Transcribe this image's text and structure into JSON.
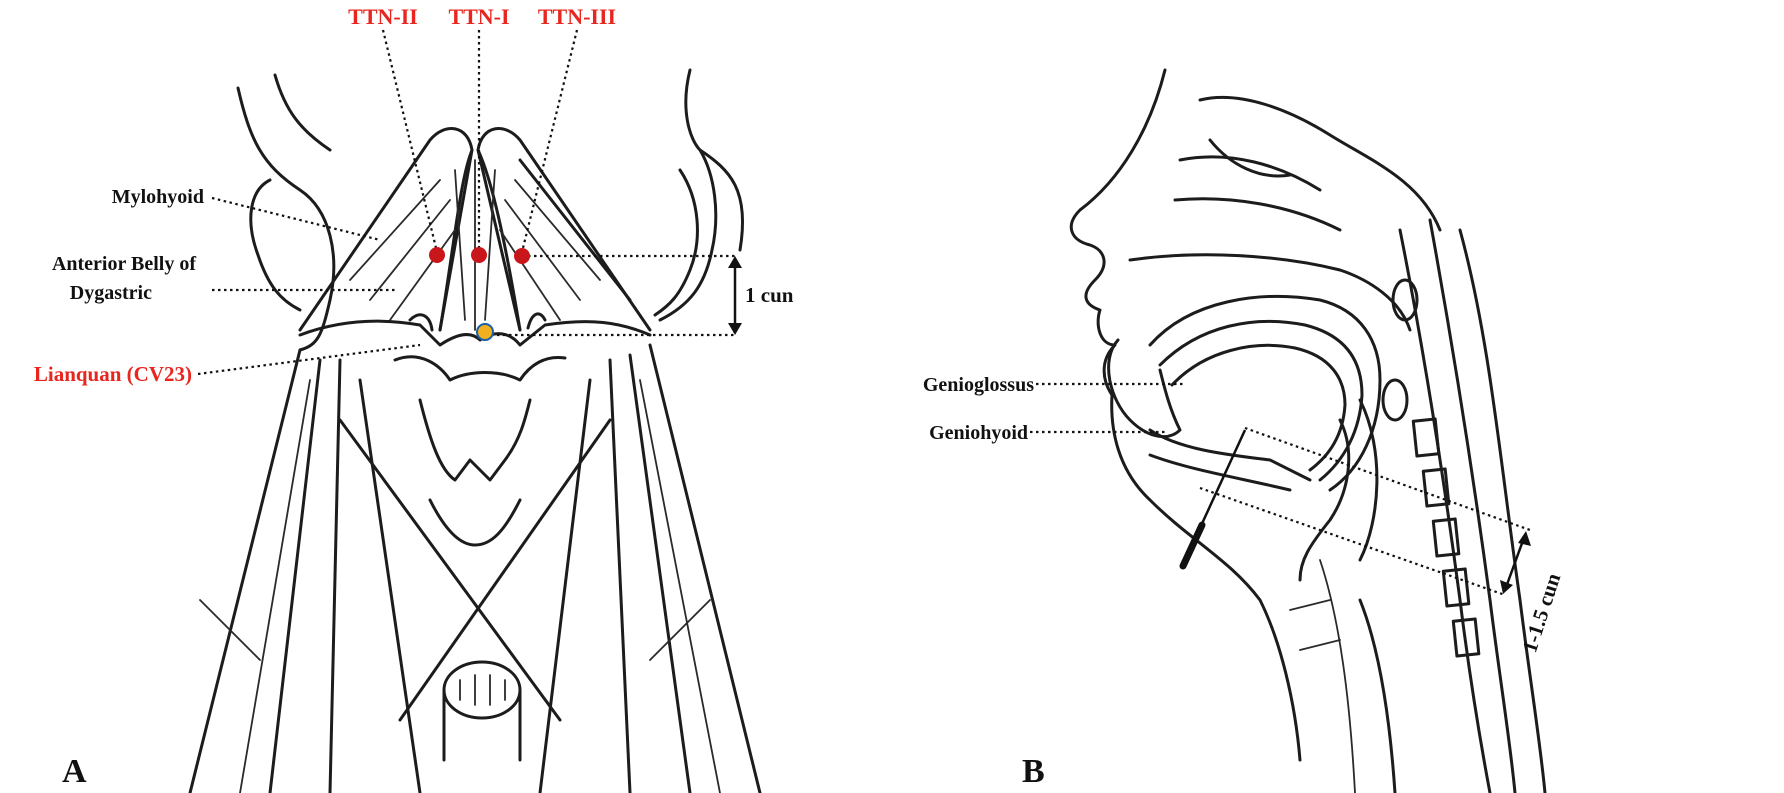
{
  "panel_a": {
    "letter": "A",
    "points": {
      "ttn_ii": "TTN-II",
      "ttn_i": "TTN-I",
      "ttn_iii": "TTN-III",
      "lianquan": "Lianquan (CV23)"
    },
    "muscles": {
      "mylohyoid": "Mylohyoid",
      "anterior_belly_line1": "Anterior Belly of",
      "anterior_belly_line2": "Dygastric"
    },
    "distance": "1 cun"
  },
  "panel_b": {
    "letter": "B",
    "muscles": {
      "genioglossus": "Genioglossus",
      "geniohyoid": "Geniohyoid"
    },
    "depth": "1-1.5 cun"
  },
  "colors": {
    "point_label": "#e8261f",
    "ttn_point": "#c8161b",
    "lianquan_point": "#f2b01e",
    "ink": "#111111"
  }
}
